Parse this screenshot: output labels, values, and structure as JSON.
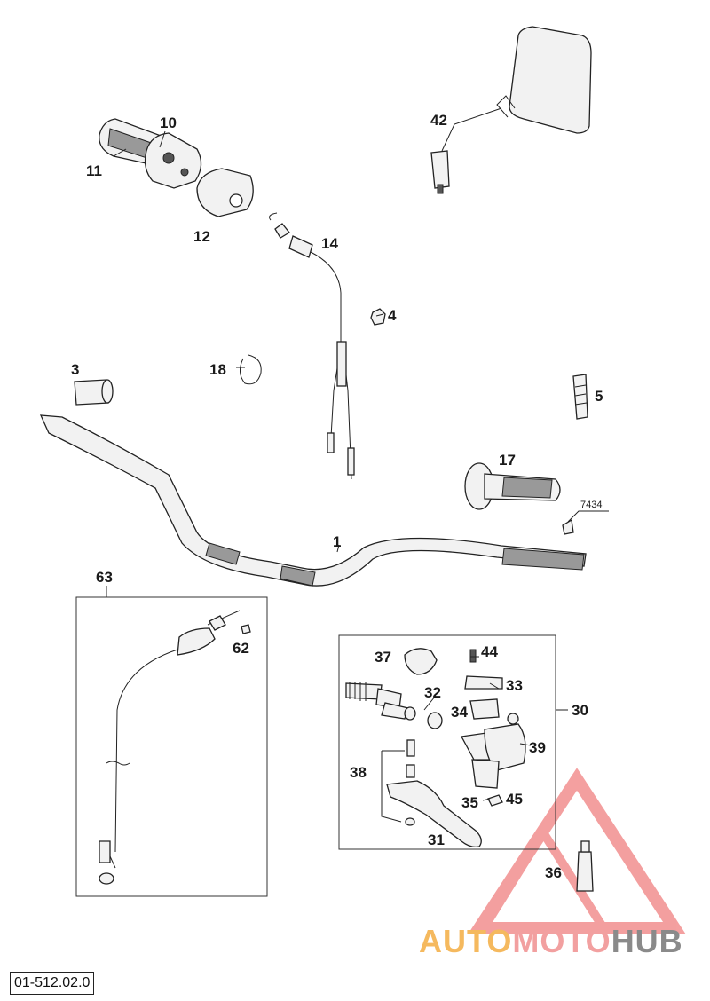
{
  "document_code": "01-512.02.0",
  "watermark": {
    "brand_part1": "AUTO",
    "brand_part2": "MOTO",
    "brand_part3": "HUB",
    "color_auto": "#f5b95e",
    "color_moto": "#f2a0a0",
    "color_hub": "#8a8a8a",
    "logo_color": "#f08080"
  },
  "callouts": {
    "c1": "1",
    "c3": "3",
    "c4": "4",
    "c5": "5",
    "c10": "10",
    "c11": "11",
    "c12": "12",
    "c14": "14",
    "c17": "17",
    "c18": "18",
    "c30": "30",
    "c31": "31",
    "c32": "32",
    "c33": "33",
    "c34": "34",
    "c35": "35",
    "c36": "36",
    "c37": "37",
    "c38": "38",
    "c39": "39",
    "c42": "42",
    "c44": "44",
    "c45": "45",
    "c62": "62",
    "c63": "63",
    "c7434": "7434"
  }
}
